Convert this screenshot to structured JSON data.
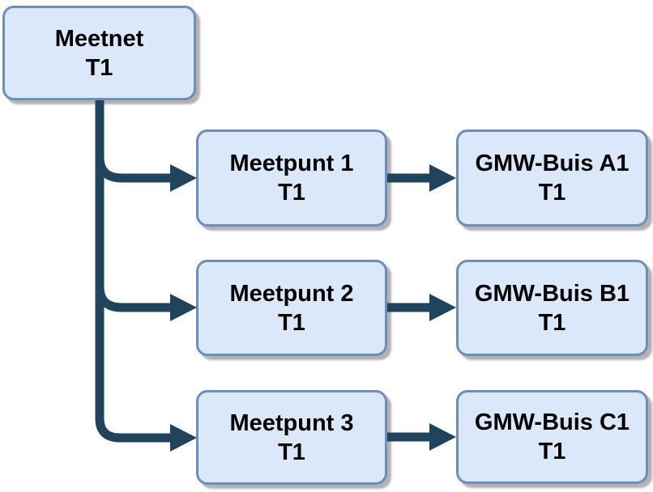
{
  "colors": {
    "background": "#ffffff",
    "node_fill": "#dbe8fa",
    "node_border": "#6c8ebf",
    "connector": "#21445d",
    "text": "#000000"
  },
  "diagram": {
    "type": "tree-flowchart",
    "nodes": [
      {
        "id": "meetnet",
        "title": "Meetnet",
        "subtitle": "T1"
      },
      {
        "id": "meetpunt-1",
        "title": "Meetpunt 1",
        "subtitle": "T1"
      },
      {
        "id": "meetpunt-2",
        "title": "Meetpunt 2",
        "subtitle": "T1"
      },
      {
        "id": "meetpunt-3",
        "title": "Meetpunt 3",
        "subtitle": "T1"
      },
      {
        "id": "gmw-buis-a1",
        "title": "GMW-Buis A1",
        "subtitle": "T1"
      },
      {
        "id": "gmw-buis-b1",
        "title": "GMW-Buis B1",
        "subtitle": "T1"
      },
      {
        "id": "gmw-buis-c1",
        "title": "GMW-Buis C1",
        "subtitle": "T1"
      }
    ],
    "edges": [
      {
        "from": "Meetnet T1",
        "to": "Meetpunt 1 T1"
      },
      {
        "from": "Meetnet T1",
        "to": "Meetpunt 2 T1"
      },
      {
        "from": "Meetnet T1",
        "to": "Meetpunt 3 T1"
      },
      {
        "from": "Meetpunt 1 T1",
        "to": "GMW-Buis A1 T1"
      },
      {
        "from": "Meetpunt 2 T1",
        "to": "GMW-Buis B1 T1"
      },
      {
        "from": "Meetpunt 3 T1",
        "to": "GMW-Buis C1 T1"
      }
    ]
  }
}
